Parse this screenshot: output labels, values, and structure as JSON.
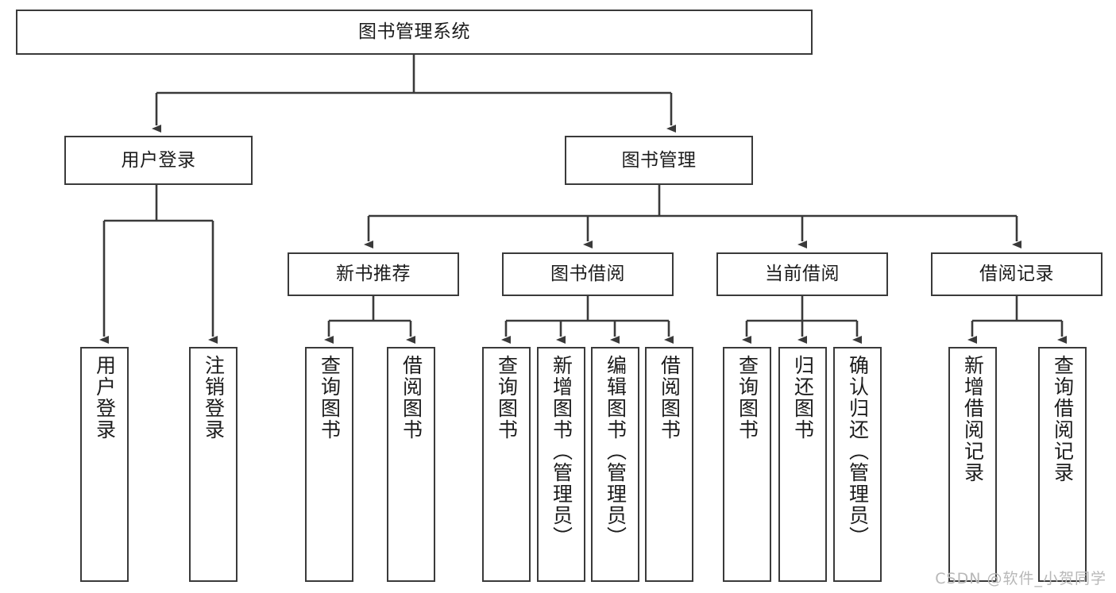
{
  "diagram": {
    "title": "图书管理系统",
    "type": "tree-hierarchy-chart",
    "root": {
      "label": "图书管理系统"
    },
    "level2": [
      {
        "label": "用户登录"
      },
      {
        "label": "图书管理"
      }
    ],
    "level3": [
      {
        "label": "新书推荐"
      },
      {
        "label": "图书借阅"
      },
      {
        "label": "当前借阅"
      },
      {
        "label": "借阅记录"
      }
    ],
    "leaves": {
      "user_login": [
        {
          "label": "用户登录"
        },
        {
          "label": "注销登录"
        }
      ],
      "new_book_recommend": [
        {
          "label": "查询图书"
        },
        {
          "label": "借阅图书"
        }
      ],
      "book_borrow": [
        {
          "label": "查询图书"
        },
        {
          "label": "新增图书（管理员）"
        },
        {
          "label": "编辑图书（管理员）"
        },
        {
          "label": "借阅图书"
        }
      ],
      "current_borrow": [
        {
          "label": "查询图书"
        },
        {
          "label": "归还图书"
        },
        {
          "label": "确认归还（管理员）"
        }
      ],
      "borrow_record": [
        {
          "label": "新增借阅记录"
        },
        {
          "label": "查询借阅记录"
        }
      ]
    }
  },
  "watermark": {
    "text": "CSDN @软件_小贺同学"
  },
  "colors": {
    "border": "#3a3a3a",
    "text": "#1c1c1c",
    "background": "#ffffff",
    "watermark": "#b8b8b8"
  }
}
